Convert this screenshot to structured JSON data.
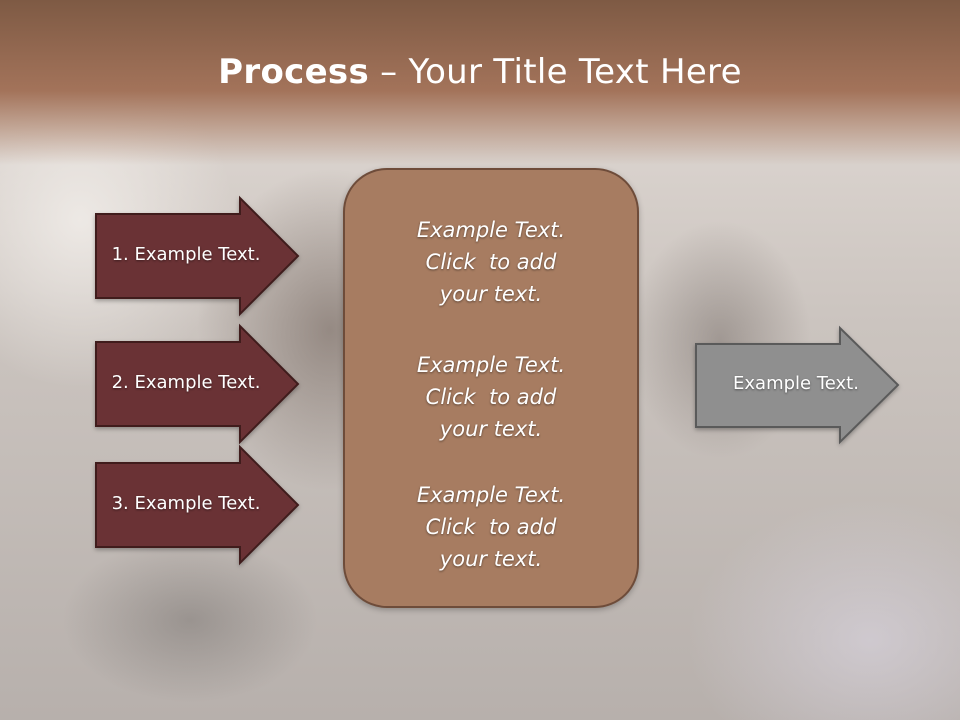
{
  "slide": {
    "title_bold": "Process",
    "title_rest": " – Your Title Text Here",
    "left_items": [
      {
        "label": "1. Example Text."
      },
      {
        "label": "2. Example Text."
      },
      {
        "label": "3. Example Text."
      }
    ],
    "center_blocks": [
      {
        "line1": "Example Text.",
        "line2": "Click  to add",
        "line3": "your text."
      },
      {
        "line1": "Example Text.",
        "line2": "Click  to add",
        "line3": "your text."
      },
      {
        "line1": "Example Text.",
        "line2": "Click  to add",
        "line3": "your text."
      }
    ],
    "right_item": {
      "label": "Example Text."
    },
    "colors": {
      "title_band": "#a3735a",
      "left_arrow_fill": "#6b3236",
      "center_box_fill": "#a77c61",
      "right_arrow_fill": "#8f8f8f"
    }
  }
}
